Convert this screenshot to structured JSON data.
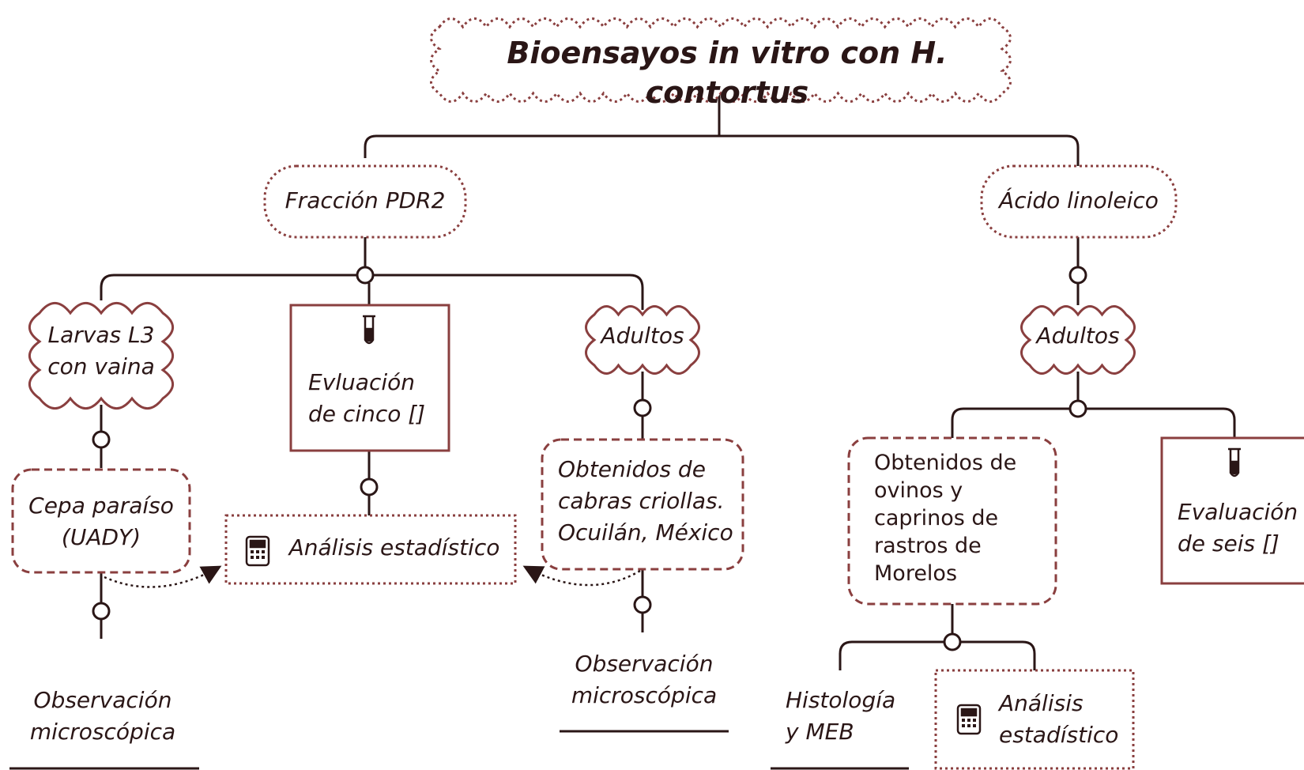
{
  "colors": {
    "line": "#2a1616",
    "node_border": "#8a3f3f",
    "text": "#2a1616"
  },
  "diagram": {
    "title": "Bioensayos in vitro con H. contortus",
    "left_branch": {
      "label": "Fracción PDR2",
      "larvae": "Larvas L3\ncon vaina",
      "strain": "Cepa paraíso\n(UADY)",
      "evaluation": "Evluación\nde cinco []",
      "evaluation_icon": "test-tube-icon",
      "adults": "Adultos",
      "adults_origin": "Obtenidos de\ncabras criollas.\nOcuilán, México",
      "analysis": "Análisis estadístico",
      "analysis_icon": "calculator-icon",
      "observation_left": "Observación\nmicroscópica",
      "observation_right": "Observación\nmicroscópica"
    },
    "right_branch": {
      "label": "Ácido linoleico",
      "adults": "Adultos",
      "adults_origin": "Obtenidos de\novinos y\ncaprinos de\nrastros de\nMorelos",
      "evaluation": "Evaluación\nde seis []",
      "evaluation_icon": "test-tube-icon",
      "histology": "Histología\ny MEB",
      "analysis": "Análisis\nestadístico",
      "analysis_icon": "calculator-icon"
    }
  }
}
